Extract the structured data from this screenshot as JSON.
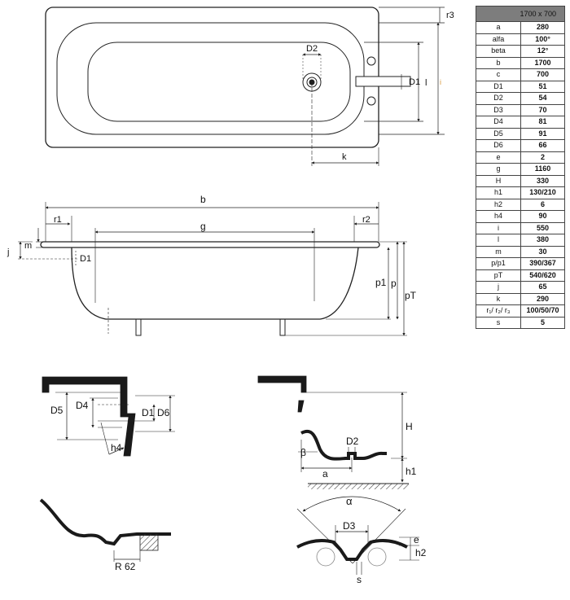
{
  "table": {
    "header": "1700 x 700",
    "rows": [
      {
        "label": "a",
        "value": "280"
      },
      {
        "label": "alfa",
        "value": "100°"
      },
      {
        "label": "beta",
        "value": "12°"
      },
      {
        "label": "b",
        "value": "1700"
      },
      {
        "label": "c",
        "value": "700"
      },
      {
        "label": "D1",
        "value": "51"
      },
      {
        "label": "D2",
        "value": "54"
      },
      {
        "label": "D3",
        "value": "70"
      },
      {
        "label": "D4",
        "value": "81"
      },
      {
        "label": "D5",
        "value": "91"
      },
      {
        "label": "D6",
        "value": "66"
      },
      {
        "label": "e",
        "value": "2"
      },
      {
        "label": "g",
        "value": "1160"
      },
      {
        "label": "H",
        "value": "330"
      },
      {
        "label": "h1",
        "value": "130/210"
      },
      {
        "label": "h2",
        "value": "6"
      },
      {
        "label": "h4",
        "value": "90"
      },
      {
        "label": "i",
        "value": "550"
      },
      {
        "label": "l",
        "value": "380"
      },
      {
        "label": "m",
        "value": "30"
      },
      {
        "label": "p/p1",
        "value": "390/367"
      },
      {
        "label": "pT",
        "value": "540/620"
      },
      {
        "label": "j",
        "value": "65"
      },
      {
        "label": "k",
        "value": "290"
      },
      {
        "label": "r₁/ r₂/ r₃",
        "value": "100/50/70"
      },
      {
        "label": "s",
        "value": "5"
      }
    ]
  },
  "labels": {
    "top_r3": "r3",
    "top_D2": "D2",
    "top_D1": "D1",
    "top_l": "l",
    "top_i": "i",
    "top_k": "k",
    "side_b": "b",
    "side_r1": "r1",
    "side_r2": "r2",
    "side_g": "g",
    "side_m": "m",
    "side_j": "j",
    "side_D1": "D1",
    "side_p1": "p1",
    "side_p": "p",
    "side_pT": "pT",
    "det1_D5": "D5",
    "det1_D4": "D4",
    "det1_D1": "D1",
    "det1_D6": "D6",
    "det1_h4": "h4",
    "det2_H": "H",
    "det2_D2": "D2",
    "det2_beta": "β",
    "det2_a": "a",
    "det2_h1": "h1",
    "det3_R62": "R 62",
    "det4_alpha": "α",
    "det4_D3": "D3",
    "det4_e": "e",
    "det4_h2": "h2",
    "det4_s": "s"
  }
}
